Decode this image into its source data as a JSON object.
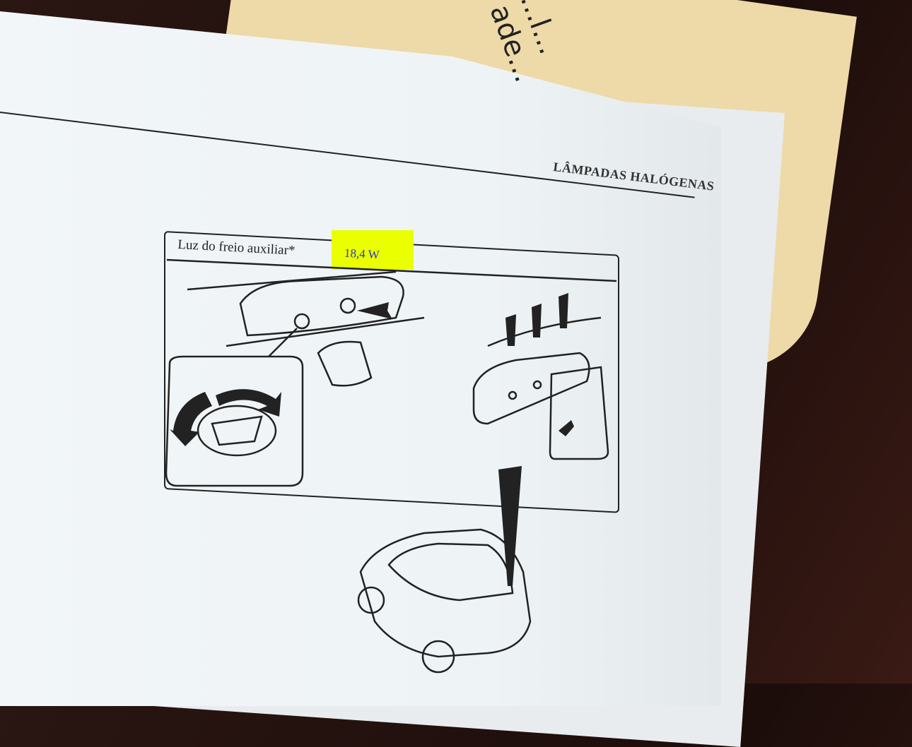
{
  "background_sheet": {
    "text": "...l...\nade..."
  },
  "page": {
    "section_header": "LÂMPADAS HALÓGENAS",
    "figure": {
      "label": "Luz do freio auxiliar*",
      "wattage": "18,4 W",
      "highlight_color": "#eaff00"
    }
  }
}
